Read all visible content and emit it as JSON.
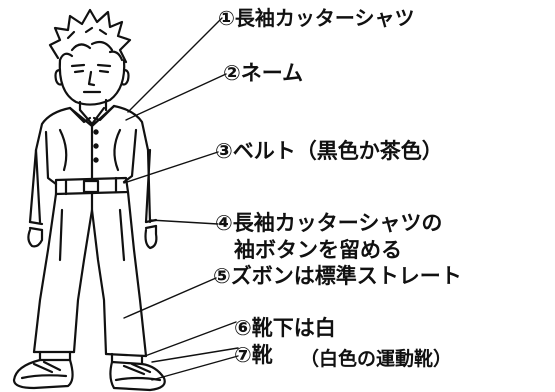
{
  "labels": {
    "item1": "①長袖カッターシャツ",
    "item2": "②ネーム",
    "item3": "③ベルト（黒色か茶色）",
    "item4_line1": "④長袖カッターシャツの",
    "item4_line2": "袖ボタンを留める",
    "item5": "⑤ズボンは標準ストレート",
    "item6": "⑥靴下は白",
    "item7": "⑦靴",
    "item7_note": "（白色の運動靴）"
  },
  "colors": {
    "ink": "#111111",
    "background": "#ffffff"
  }
}
